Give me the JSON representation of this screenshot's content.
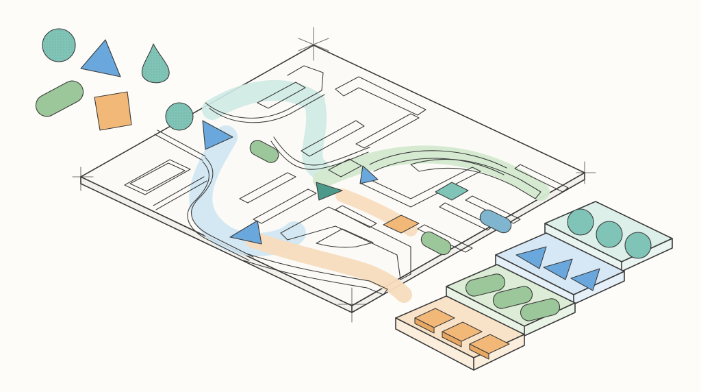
{
  "illustration": {
    "style": "isometric hand-drawn sorting board sketch",
    "colors": {
      "background": "#fdfcf8",
      "ink": "#3a3a3a",
      "teal": "#7fc4b6",
      "blue": "#6aa7dc",
      "green": "#9cc79a",
      "orange": "#f2b878",
      "wash_blue": "#cfe6f3",
      "wash_green": "#d3e9cf",
      "wash_orange": "#f8dcbd"
    },
    "icons": [
      "circle-piece-icon",
      "triangle-piece-icon",
      "drop-piece-icon",
      "capsule-piece-icon",
      "square-piece-icon"
    ],
    "trays": [
      {
        "shape": "circle",
        "count": 3
      },
      {
        "shape": "triangle",
        "count": 3
      },
      {
        "shape": "capsule",
        "count": 3
      },
      {
        "shape": "square",
        "count": 3
      }
    ]
  }
}
